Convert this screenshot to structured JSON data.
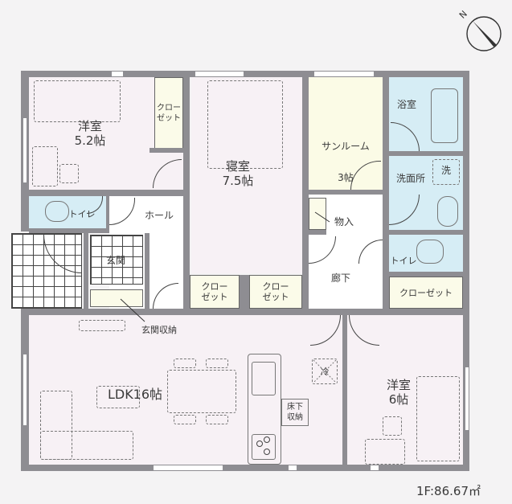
{
  "plan": {
    "floor_area": "1F:86.67㎡",
    "compass": {
      "label": "N",
      "icon": "north-arrow-icon"
    },
    "colors": {
      "wall": "#8e8d92",
      "room_default": "#f7f1f5",
      "wet_area": "#d6edf5",
      "sunroom": "#fbfbe6",
      "closet": "#fbfbe9",
      "background": "#f4f3f4"
    },
    "rooms": {
      "western_room_1": {
        "name": "洋室",
        "size": "5.2帖"
      },
      "closet_1": {
        "name": "クロー\nゼット"
      },
      "bedroom": {
        "name": "寝室",
        "size": "7.5帖"
      },
      "sunroom": {
        "name": "サンルーム",
        "size": "3帖"
      },
      "bathroom": {
        "name": "浴室"
      },
      "washroom": {
        "name": "洗面所",
        "washer_mark": "洗"
      },
      "toilet_1": {
        "name": "トイレ"
      },
      "hall": {
        "name": "ホール"
      },
      "entrance": {
        "name": "玄関"
      },
      "storage": {
        "name": "物入"
      },
      "corridor": {
        "name": "廊下"
      },
      "toilet_2": {
        "name": "トイレ"
      },
      "closet_2": {
        "name": "クロー\nゼット"
      },
      "closet_3": {
        "name": "クロー\nゼット"
      },
      "closet_4": {
        "name": "クローゼット"
      },
      "entrance_storage": {
        "name": "玄関収納"
      },
      "ldk": {
        "name": "LDK16帖"
      },
      "fridge": {
        "mark": "冷"
      },
      "underfloor_storage": {
        "name": "床下\n収納"
      },
      "western_room_2": {
        "name": "洋室",
        "size": "6帖"
      }
    }
  }
}
